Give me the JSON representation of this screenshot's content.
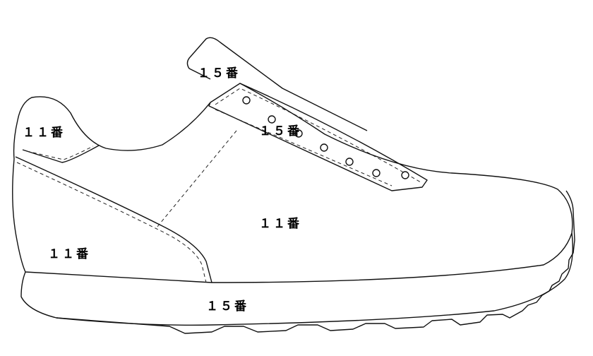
{
  "labels": {
    "tongue": "１５番",
    "eyestay": "１５番",
    "collar": "１１番",
    "vamp": "１１番",
    "heel": "１１番",
    "sole": "１５番"
  }
}
